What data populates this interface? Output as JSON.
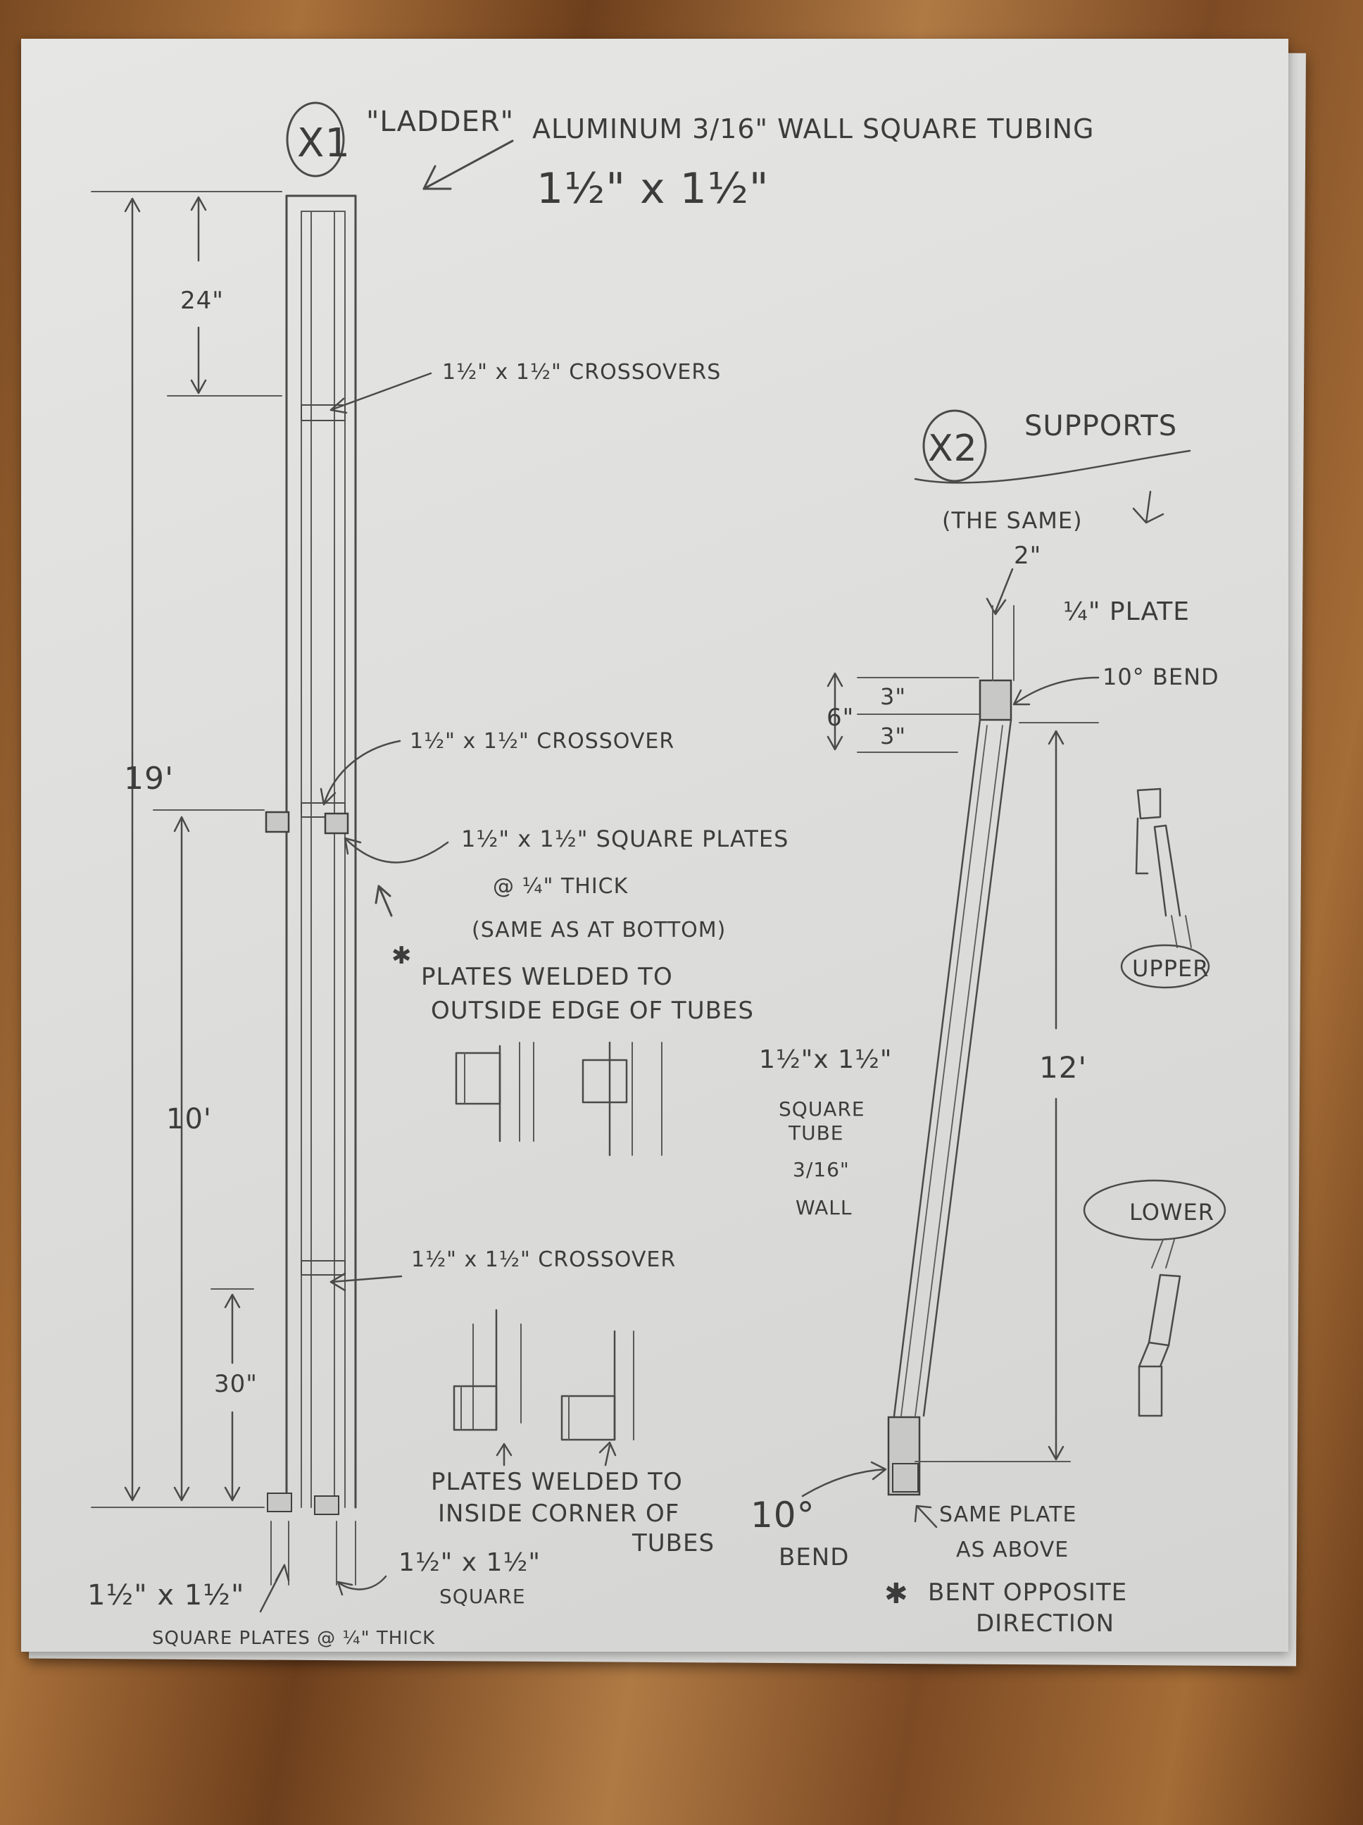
{
  "ladder": {
    "count": "X1",
    "title": "\"LADDER\"",
    "material_line1": "ALUMINUM 3/16\" WALL SQUARE TUBING",
    "material_line2": "1½\" x 1½\"",
    "dim_overall": "19'",
    "dim_top": "24\"",
    "dim_middle": "10'",
    "dim_bottom": "30\"",
    "label_crossovers": "1½\" x 1½\" CROSSOVERS",
    "label_crossover_mid": "1½\" x 1½\" CROSSOVER",
    "label_plates_line1": "1½\" x 1½\" SQUARE PLATES",
    "label_plates_line2": "@ ¼\" THICK",
    "label_plates_line3": "(SAME AS AT BOTTOM)",
    "note_outside_line1": "PLATES WELDED TO",
    "note_outside_line2": "OUTSIDE EDGE OF TUBES",
    "label_crossover_low": "1½\" x 1½\" CROSSOVER",
    "note_inside_line1": "PLATES WELDED TO",
    "note_inside_line2": "INSIDE CORNER OF",
    "note_inside_line3": "TUBES",
    "label_bottom_left_line1": "1½\" x 1½\"",
    "label_bottom_left_line2": "SQUARE PLATES @ ¼\" THICK",
    "label_bottom_right_line1": "1½\" x 1½\"",
    "label_bottom_right_line2": "SQUARE"
  },
  "supports": {
    "count": "X2",
    "title": "SUPPORTS",
    "subtitle": "(THE SAME)",
    "dim_width": "2\"",
    "plate": "¼\" PLATE",
    "bend_top": "10° BEND",
    "dim_plate_total": "6\"",
    "dim_plate_upper": "3\"",
    "dim_plate_lower": "3\"",
    "dim_length": "12'",
    "tube_line1": "1½\"x 1½\"",
    "tube_line2": "SQUARE",
    "tube_line3": "TUBE",
    "tube_line4": "3/16\"",
    "tube_line5": "WALL",
    "bend_bottom_line1": "10°",
    "bend_bottom_line2": "BEND",
    "same_plate_line1": "SAME PLATE",
    "same_plate_line2": "AS ABOVE",
    "note_line1": "BENT OPPOSITE",
    "note_line2": "DIRECTION",
    "upper_label": "UPPER",
    "lower_label": "LOWER"
  }
}
